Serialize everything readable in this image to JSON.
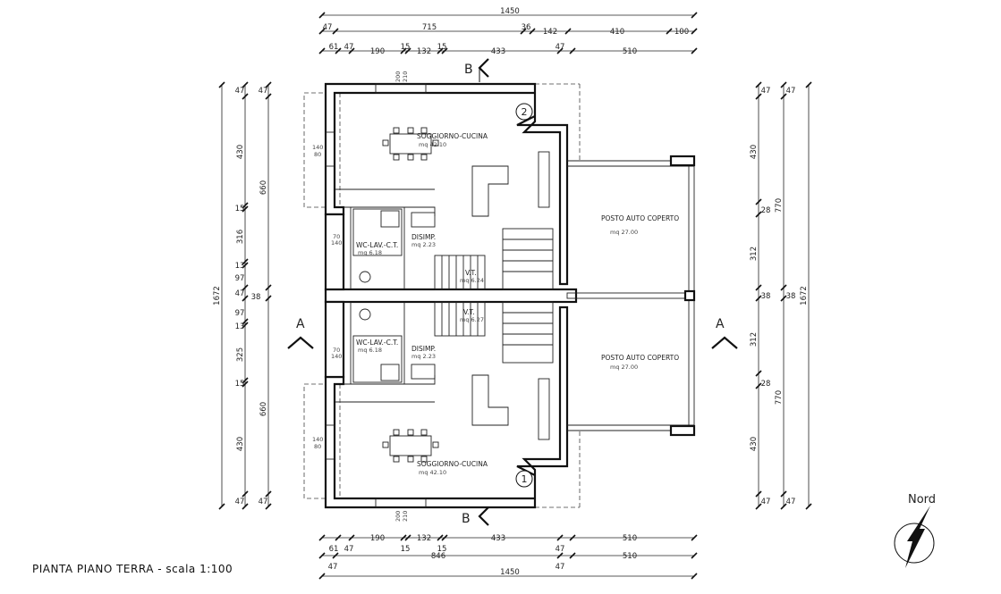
{
  "title": "PIANTA PIANO TERRA - scala 1:100",
  "north_label": "Nord",
  "section_labels": {
    "a": "A",
    "b": "B"
  },
  "markers": [
    "1",
    "2"
  ],
  "rooms": {
    "soggiorno": {
      "name": "SOGGIORNO-CUCINA",
      "area": "mq 42.10"
    },
    "disimp": {
      "name": "DISIMP.",
      "area": "mq 2.23"
    },
    "wc": {
      "name": "WC-LAV.-C.T.",
      "area": "mq 6.18"
    },
    "vt_top": {
      "name": "V.T.",
      "area": "mq 6.24"
    },
    "vt_bottom": {
      "name": "V.T.",
      "area": "mq 6.27"
    },
    "posto_auto": {
      "name": "POSTO AUTO COPERTO",
      "area": "mq 27.00"
    }
  },
  "window_labels": [
    "200",
    "210",
    "140",
    "80",
    "70",
    "140"
  ],
  "dimensions": {
    "top_total": "1450",
    "top_row2": [
      "47",
      "715",
      "36",
      "142",
      "410",
      "100"
    ],
    "top_row3": [
      "61",
      "47",
      "190",
      "15",
      "132",
      "15",
      "433",
      "47",
      "510"
    ],
    "bottom_row1": [
      "61",
      "47",
      "190",
      "15",
      "132",
      "15",
      "433",
      "47",
      "510"
    ],
    "bottom_row2": [
      "47",
      "846",
      "47",
      "510"
    ],
    "bottom_total": "1450",
    "left_total": "1672",
    "left_inner": [
      "47",
      "430",
      "15",
      "316",
      "13",
      "97",
      "47",
      "38",
      "97",
      "13",
      "325",
      "15",
      "430",
      "47"
    ],
    "left_outer": [
      "47",
      "660",
      "660",
      "47"
    ],
    "right_inner": [
      "47",
      "430",
      "28",
      "312",
      "38",
      "312",
      "28",
      "430",
      "47"
    ],
    "right_outer": [
      "47",
      "770",
      "38",
      "770",
      "47"
    ],
    "right_total": "1672"
  }
}
